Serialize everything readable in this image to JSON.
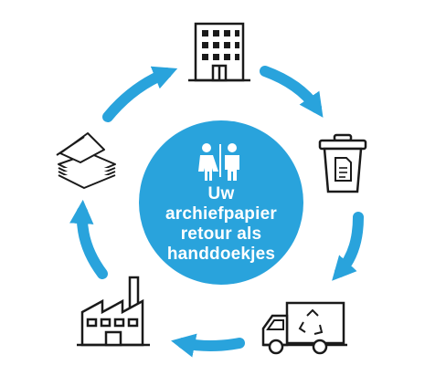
{
  "center": {
    "line1": "Uw",
    "line2": "archiefpapier",
    "line3": "retour als",
    "line4": "handdoekjes"
  },
  "colors": {
    "accent": "#29a3dc",
    "icon_stroke": "#1a1a1a",
    "background": "#ffffff"
  },
  "cycle_steps": [
    {
      "name": "office-building-icon"
    },
    {
      "name": "waste-bin-icon"
    },
    {
      "name": "recycling-truck-icon"
    },
    {
      "name": "factory-icon"
    },
    {
      "name": "paper-towels-icon"
    }
  ],
  "center_icon": "restroom-people-icon"
}
